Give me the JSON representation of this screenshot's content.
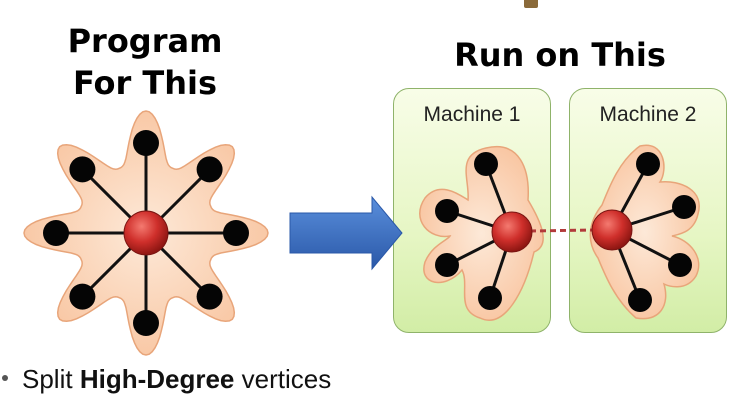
{
  "left_title_lines": [
    "Program",
    "For This"
  ],
  "right_title": "Run on This",
  "machines": [
    {
      "label": "Machine 1"
    },
    {
      "label": "Machine 2"
    }
  ],
  "bullet": {
    "prefix": "Split ",
    "emphasis": "High-Degree",
    "suffix": " vertices"
  },
  "colors": {
    "hub": "#c8322f",
    "node": "#050505",
    "petal_fill": "#fbd3b6",
    "petal_stroke": "#e8a57a",
    "machine_fill": "#e6f6c4",
    "arrow": "#3b6fc4",
    "split_edge": "#b23a3a"
  }
}
